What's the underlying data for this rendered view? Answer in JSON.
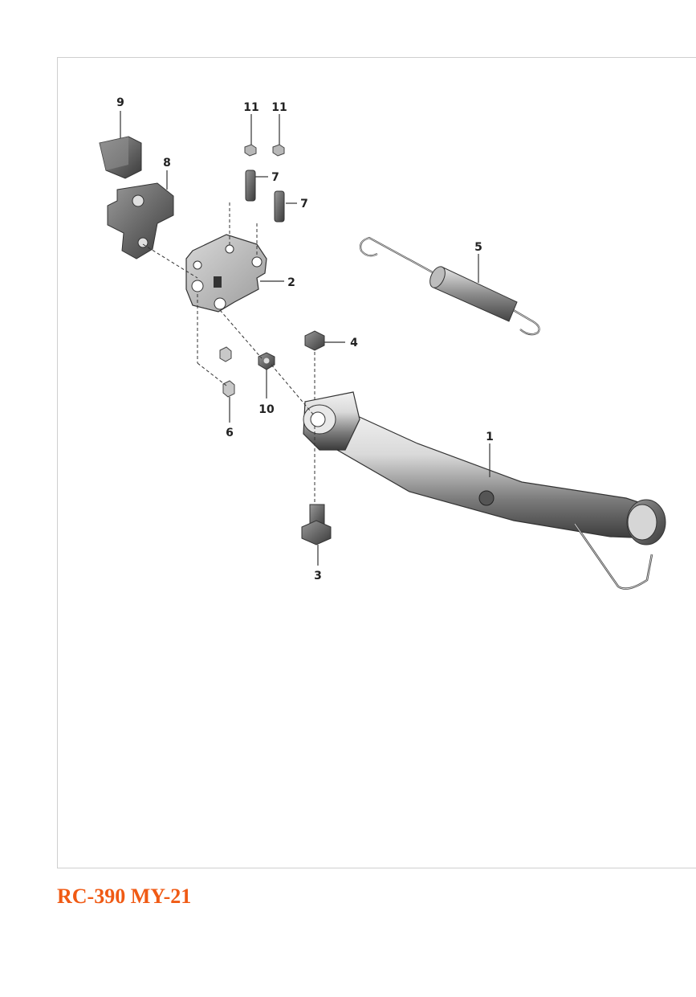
{
  "diagram": {
    "callouts": {
      "c1": "1",
      "c2": "2",
      "c3": "3",
      "c4": "4",
      "c5": "5",
      "c6": "6",
      "c7a": "7",
      "c7b": "7",
      "c8": "8",
      "c9": "9",
      "c10": "10",
      "c11a": "11",
      "c11b": "11"
    }
  },
  "caption": "RC-390 MY-21",
  "colors": {
    "caption": "#f05a14",
    "frame": "#cfcfcf",
    "part": "#7a7a7a"
  }
}
